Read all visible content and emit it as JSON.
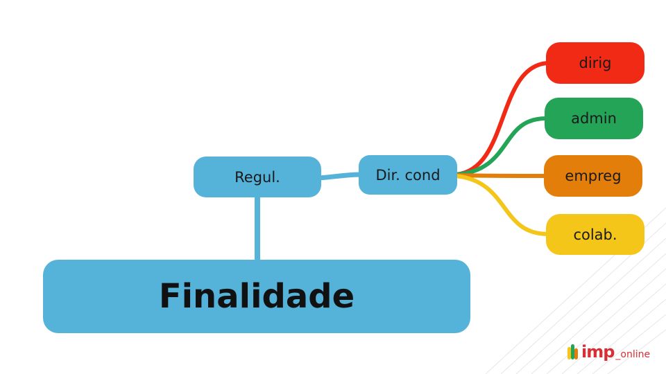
{
  "diagram": {
    "nodes": {
      "finalidade": "Finalidade",
      "regul": "Regul.",
      "dir_cond": "Dir. cond",
      "dirig": "dirig",
      "admin": "admin",
      "empreg": "empreg",
      "colab": "colab."
    },
    "colors": {
      "primary": "#55b2d9",
      "dirig": "#f02a15",
      "admin": "#23a456",
      "empreg": "#e47e0a",
      "colab": "#f4c619",
      "watermark_lines": "#e6e6e6"
    }
  },
  "logo": {
    "brand": "imp",
    "suffix": "_online",
    "color": "#d92e34"
  }
}
